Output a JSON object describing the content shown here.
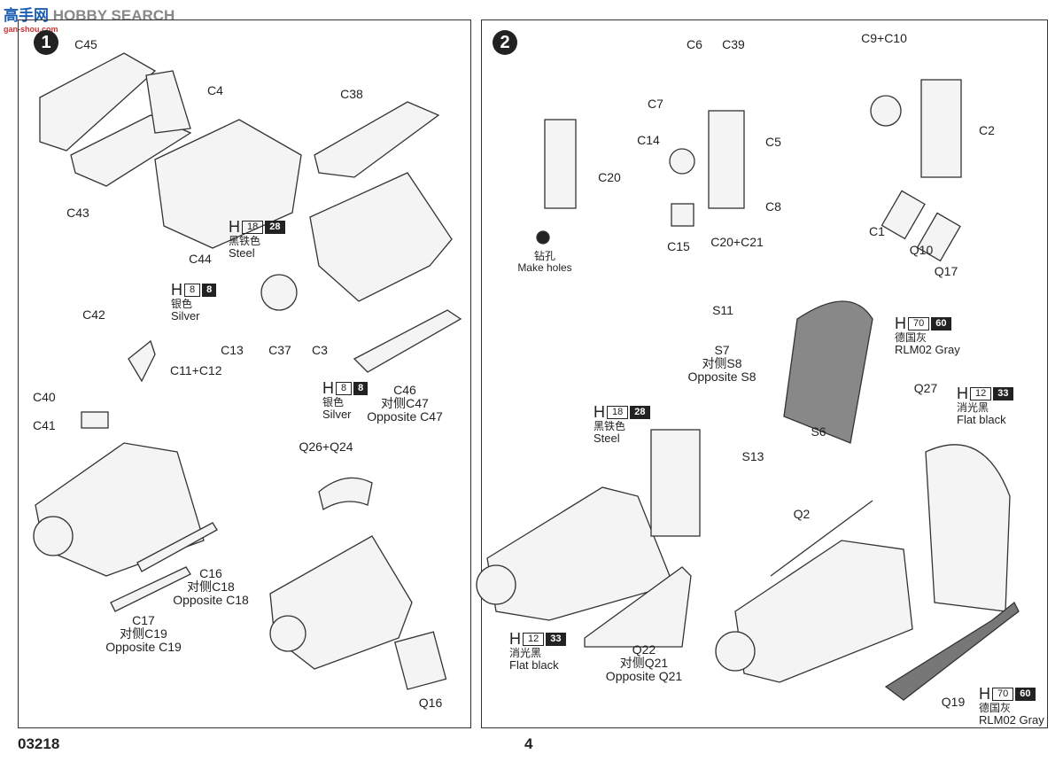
{
  "watermark": {
    "logo_text": "高手网",
    "brand": "HOBBY SEARCH",
    "url": "gan-shou.com"
  },
  "steps": [
    {
      "number": "1",
      "labels": [
        "C45",
        "C4",
        "C43",
        "C44",
        "C38",
        "C13",
        "C37",
        "C3",
        "C42",
        "C11+C12",
        "C40",
        "C41",
        "Q26+Q24",
        "Q16"
      ],
      "multi": [
        {
          "part": "C46",
          "cn": "对侧C47",
          "en": "Opposite C47"
        },
        {
          "part": "C16",
          "cn": "对侧C18",
          "en": "Opposite C18"
        },
        {
          "part": "C17",
          "cn": "对侧C19",
          "en": "Opposite C19"
        }
      ],
      "paints": [
        {
          "prefix": "H",
          "code1": "18",
          "code2": "28",
          "cn": "黑铁色",
          "en": "Steel"
        },
        {
          "prefix": "H",
          "code1": "8",
          "code2": "8",
          "cn": "银色",
          "en": "Silver"
        },
        {
          "prefix": "H",
          "code1": "8",
          "code2": "8",
          "cn": "银色",
          "en": "Silver"
        }
      ]
    },
    {
      "number": "2",
      "labels": [
        "C6",
        "C39",
        "C9+C10",
        "C7",
        "C5",
        "C2",
        "C14",
        "C20",
        "C8",
        "C15",
        "C20+C21",
        "C1",
        "Q10",
        "Q17",
        "S11",
        "Q27",
        "S6",
        "S13",
        "Q2",
        "Q19"
      ],
      "drill": {
        "cn": "钻孔",
        "en": "Make holes"
      },
      "multi": [
        {
          "part": "S7",
          "cn": "对侧S8",
          "en": "Opposite S8"
        },
        {
          "part": "Q22",
          "cn": "对侧Q21",
          "en": "Opposite Q21"
        }
      ],
      "paints": [
        {
          "prefix": "H",
          "code1": "70",
          "code2": "60",
          "cn": "德国灰",
          "en": "RLM02 Gray"
        },
        {
          "prefix": "H",
          "code1": "12",
          "code2": "33",
          "cn": "消光黑",
          "en": "Flat black"
        },
        {
          "prefix": "H",
          "code1": "18",
          "code2": "28",
          "cn": "黑铁色",
          "en": "Steel"
        },
        {
          "prefix": "H",
          "code1": "12",
          "code2": "33",
          "cn": "消光黑",
          "en": "Flat black"
        },
        {
          "prefix": "H",
          "code1": "70",
          "code2": "60",
          "cn": "德国灰",
          "en": "RLM02 Gray"
        }
      ]
    }
  ],
  "footer": {
    "kit_number": "03218",
    "page_number": "4"
  }
}
